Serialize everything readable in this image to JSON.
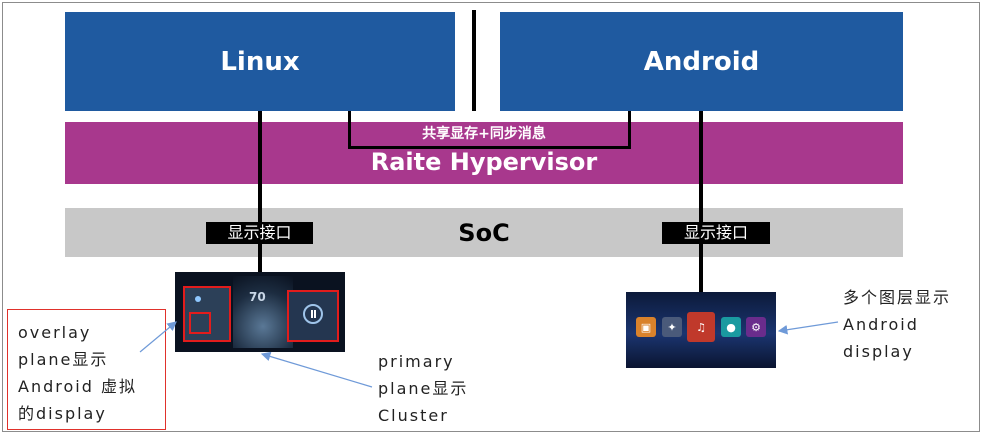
{
  "blocks": {
    "linux": "Linux",
    "android": "Android",
    "hypervisor": "Raite Hypervisor",
    "shared_memory": "共享显存+同步消息",
    "soc": "SoC"
  },
  "interfaces": {
    "left": "显示接口",
    "right": "显示接口"
  },
  "cluster_screen": {
    "speed": "70"
  },
  "android_screen": {
    "apps": [
      {
        "icon": "photo-app-icon",
        "label": "图片",
        "color": "#d9822b"
      },
      {
        "icon": "game-app-icon",
        "label": "游戏",
        "color": "#4a5a7a"
      },
      {
        "icon": "music-app-icon",
        "label": "音乐",
        "color": "#c0392b"
      },
      {
        "icon": "video-app-icon",
        "label": "视频",
        "color": "#1a9aa0"
      },
      {
        "icon": "settings-app-icon",
        "label": "设置",
        "color": "#6a2c8c"
      }
    ]
  },
  "annotations": {
    "overlay": [
      "overlay",
      "plane显示",
      "Android 虚拟",
      "的display"
    ],
    "primary": [
      "primary",
      "plane显示",
      "Cluster"
    ],
    "android": [
      "多个图层显示",
      "Android",
      "display"
    ]
  },
  "colors": {
    "os_block": "#1f5aa0",
    "hypervisor": "#a8388d",
    "soc": "#c8c8c8",
    "highlight_box": "#e0312b",
    "arrow": "#6f9ad8"
  }
}
